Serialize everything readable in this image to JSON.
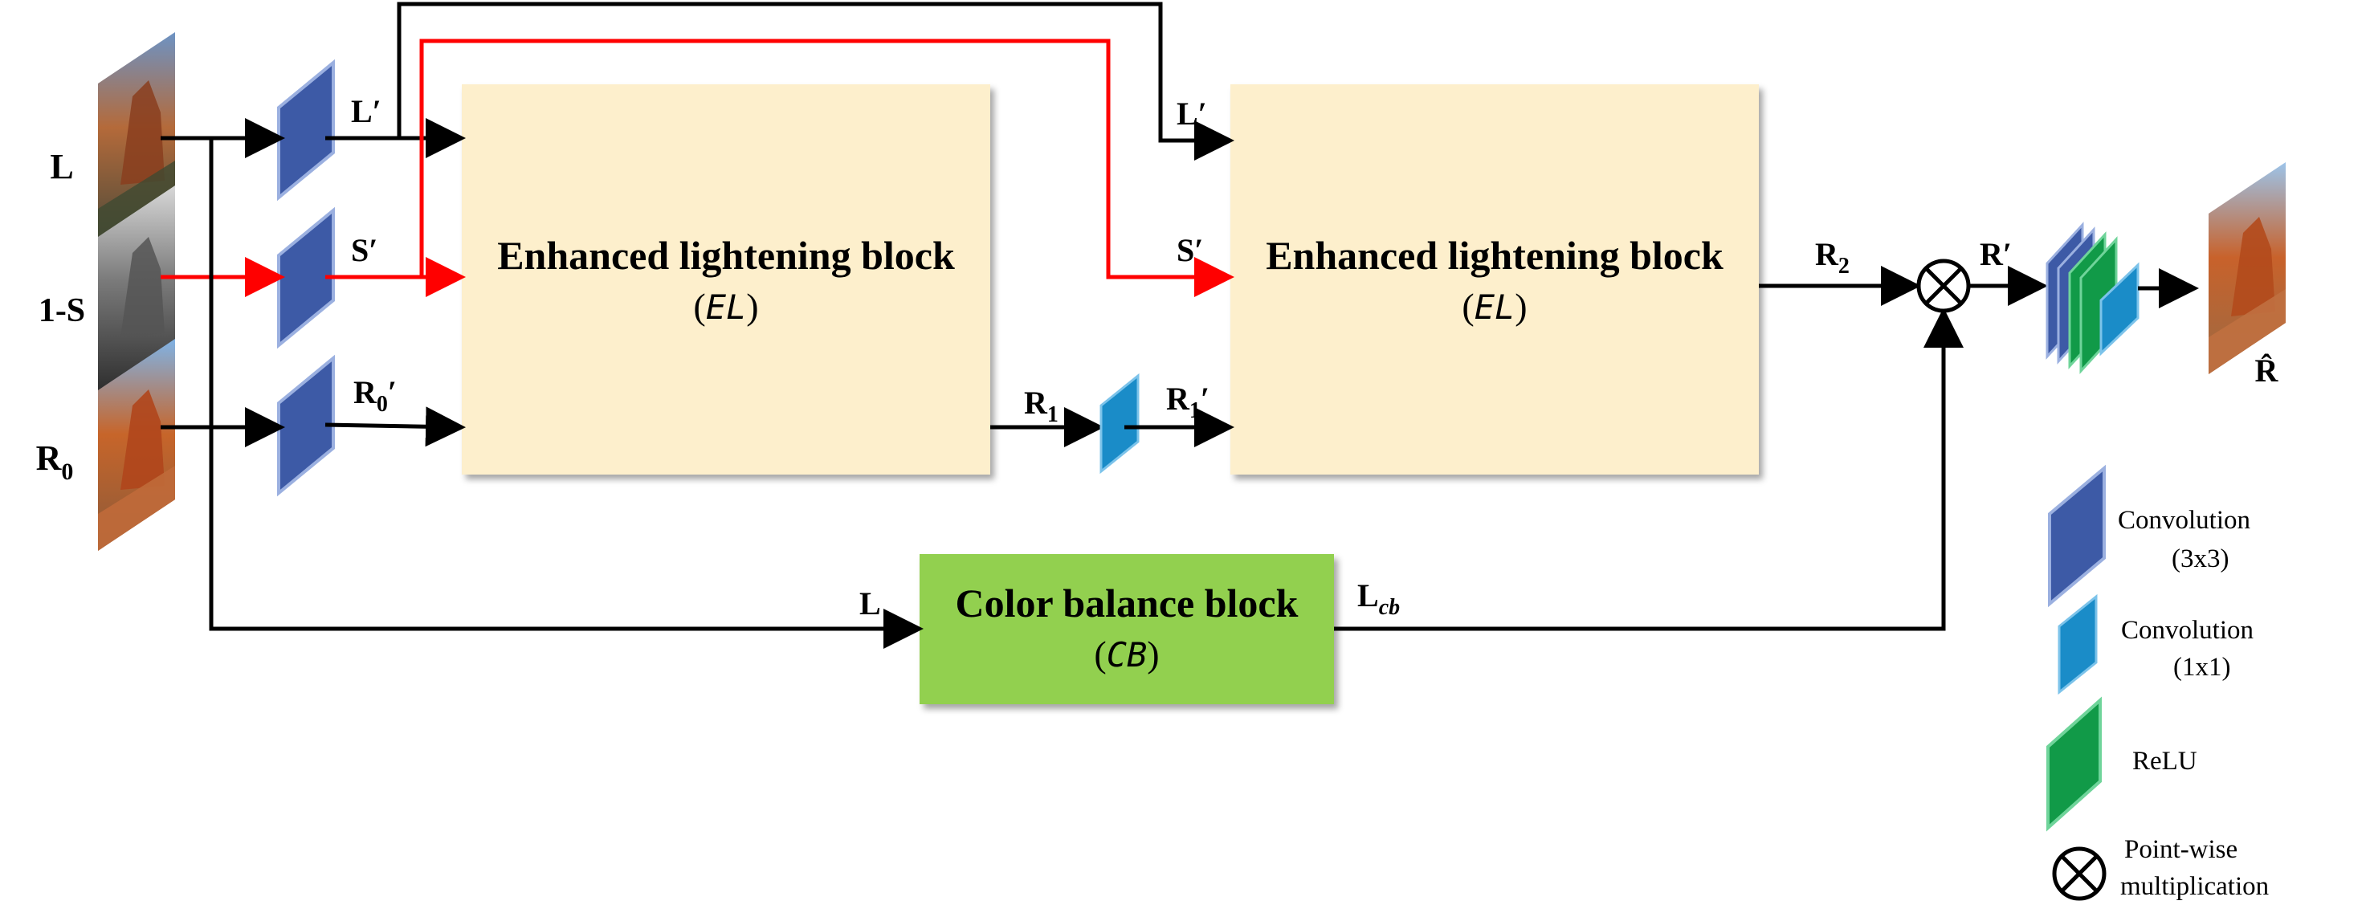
{
  "inputs": {
    "l_label": "L",
    "s_label": "1-S",
    "r0_label": "R",
    "r0_sub": "0"
  },
  "signals": {
    "l_prime": "L′",
    "s_prime": "S′",
    "r0_prime": "R",
    "r0_prime_sub": "0",
    "r0_prime_mark": "′",
    "r1": "R",
    "r1_sub": "1",
    "r1_prime": "R",
    "r1_prime_sub": "1",
    "r1_prime_mark": "′",
    "r2": "R",
    "r2_sub": "2",
    "r_prime": "R′",
    "l_cb": "L",
    "l_cb_sub": "cb",
    "l_to_cb": "L",
    "output": "R̂"
  },
  "blocks": {
    "el1_title": "Enhanced lightening block",
    "el1_sub": "EL",
    "el2_title": "Enhanced lightening block",
    "el2_sub": "EL",
    "cb_title": "Color balance block",
    "cb_sub": "CB"
  },
  "legend": {
    "conv3_line1": "Convolution",
    "conv3_line2": "(3x3)",
    "conv1_line1": "Convolution",
    "conv1_line2": "(1x1)",
    "relu": "ReLU",
    "mult_line1": "Point-wise",
    "mult_line2": "multiplication"
  },
  "icons": {
    "conv3x3": "parallelogram-dark-blue",
    "conv1x1": "parallelogram-light-blue",
    "relu": "parallelogram-green",
    "multiply": "circled-times-icon"
  },
  "colors": {
    "el_block_fill": "#fdefcc",
    "cb_block_fill": "#92d050",
    "conv3x3": "#3d5aa6",
    "conv1x1": "#1a8cc8",
    "relu": "#119a48",
    "red_path": "#ff0000"
  }
}
